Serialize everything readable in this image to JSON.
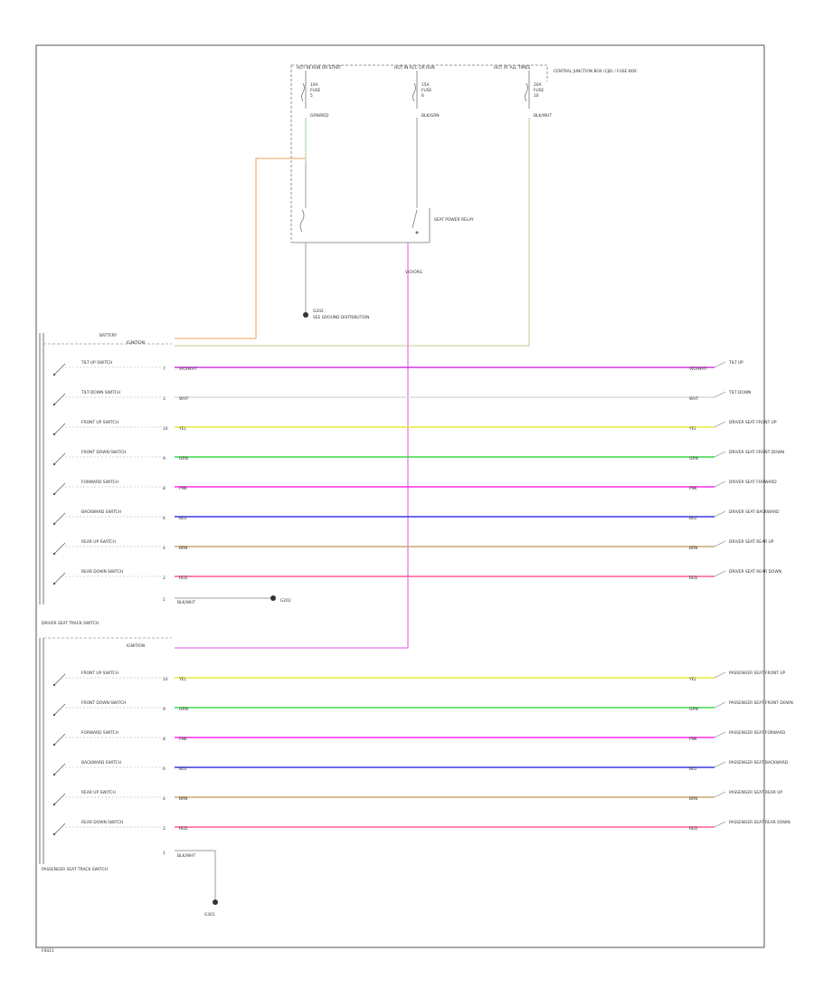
{
  "fuses": [
    {
      "header": "HOT IN RUN OR START",
      "rating": "10A",
      "label": "FUSE",
      "num": "5",
      "wire": "GRN/RED"
    },
    {
      "header": "HOT IN ACC OR RUN",
      "rating": "15A",
      "label": "FUSE",
      "num": "6",
      "wire": "BLK/GRN"
    },
    {
      "header": "HOT AT ALL TIMES",
      "rating": "20A",
      "label": "FUSE",
      "num": "10",
      "wire": "BLK/WHT"
    }
  ],
  "jb_label": "CENTRAL JUNCTION BOX (CJB) / FUSE BOX",
  "relay_label": "SEAT POWER RELAY",
  "relay_wire": "VIO/ORG",
  "ground_upper": "G202",
  "ground_lower": "G301",
  "ground_upper_label": "SEE GROUND DISTRIBUTION",
  "switch_wire": "BLK/WHT",
  "driver_panel": {
    "title": "DRIVER SEAT TRACK SWITCH",
    "supply_left": "BATTERY",
    "supply_mid": "IGNITION",
    "rows": [
      {
        "sw": "TILT UP SWITCH",
        "pin": "7",
        "wire": "VIO/WHT",
        "right": "VIO/WHT",
        "term": "TILT UP"
      },
      {
        "sw": "TILT DOWN SWITCH",
        "pin": "3",
        "wire": "WHT",
        "right": "WHT",
        "term": "TILT DOWN"
      },
      {
        "sw": "FRONT UP SWITCH",
        "pin": "10",
        "wire": "YEL",
        "right": "YEL",
        "term": "DRIVER SEAT FRONT UP"
      },
      {
        "sw": "FRONT DOWN SWITCH",
        "pin": "9",
        "wire": "GRN",
        "right": "GRN",
        "term": "DRIVER SEAT FRONT DOWN"
      },
      {
        "sw": "FORWARD SWITCH",
        "pin": "8",
        "wire": "PNK",
        "right": "PNK",
        "term": "DRIVER SEAT FORWARD"
      },
      {
        "sw": "BACKWARD SWITCH",
        "pin": "6",
        "wire": "BLU",
        "right": "BLU",
        "term": "DRIVER SEAT BACKWARD"
      },
      {
        "sw": "REAR UP SWITCH",
        "pin": "4",
        "wire": "BRN",
        "right": "BRN",
        "term": "DRIVER SEAT REAR UP"
      },
      {
        "sw": "REAR DOWN SWITCH",
        "pin": "2",
        "wire": "RED",
        "right": "RED",
        "term": "DRIVER SEAT REAR DOWN"
      }
    ],
    "gnd_pin": "1",
    "gnd_wire": "BLK/WHT"
  },
  "passenger_panel": {
    "title": "PASSENGER SEAT TRACK SWITCH",
    "supply": "IGNITION",
    "rows": [
      {
        "sw": "FRONT UP SWITCH",
        "pin": "10",
        "wire": "YEL",
        "right": "YEL",
        "term": "PASSENGER SEAT FRONT UP"
      },
      {
        "sw": "FRONT DOWN SWITCH",
        "pin": "9",
        "wire": "GRN",
        "right": "GRN",
        "term": "PASSENGER SEAT FRONT DOWN"
      },
      {
        "sw": "FORWARD SWITCH",
        "pin": "8",
        "wire": "PNK",
        "right": "PNK",
        "term": "PASSENGER SEAT FORWARD"
      },
      {
        "sw": "BACKWARD SWITCH",
        "pin": "6",
        "wire": "BLU",
        "right": "BLU",
        "term": "PASSENGER SEAT BACKWARD"
      },
      {
        "sw": "REAR UP SWITCH",
        "pin": "4",
        "wire": "BRN",
        "right": "BRN",
        "term": "PASSENGER SEAT REAR UP"
      },
      {
        "sw": "REAR DOWN SWITCH",
        "pin": "2",
        "wire": "RED",
        "right": "RED",
        "term": "PASSENGER SEAT REAR DOWN"
      }
    ],
    "gnd_pin": "1",
    "gnd_wire": "BLK/WHT"
  },
  "footer_code": "F0021",
  "colors": {
    "VIO/WHT": "#d23ae0",
    "WHT": "#dcdcdc",
    "YEL": "#e8e838",
    "GRN": "#3cd84a",
    "PNK": "#ff2ff0",
    "BLU": "#3a3ae6",
    "BRN": "#c9a86a",
    "RED": "#ff5a96",
    "relay": "#e77be8",
    "orange": "#f0a050",
    "jb_line": "#777777"
  }
}
